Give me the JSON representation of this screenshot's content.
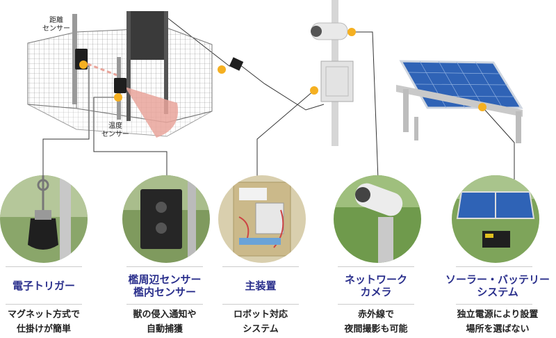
{
  "top_labels": {
    "distance_sensor": [
      "距離",
      "センサー"
    ],
    "temperature_sensor": [
      "温度",
      "センサー"
    ]
  },
  "components": [
    {
      "title": [
        "電子トリガー"
      ],
      "desc": [
        "マグネット方式で",
        "仕掛けが簡単"
      ],
      "icon": "magnet-trigger-icon"
    },
    {
      "title": [
        "檻周辺センサー",
        "檻内センサー"
      ],
      "desc": [
        "獣の侵入通知や",
        "自動捕獲"
      ],
      "icon": "sensor-box-icon"
    },
    {
      "title": [
        "主装置"
      ],
      "desc": [
        "ロボット対応",
        "システム"
      ],
      "icon": "control-board-icon"
    },
    {
      "title": [
        "ネットワーク",
        "カメラ"
      ],
      "desc": [
        "赤外線で",
        "夜間撮影も可能"
      ],
      "icon": "camera-icon"
    },
    {
      "title": [
        "ソーラー・バッテリー",
        "システム"
      ],
      "desc": [
        "独立電源により設置",
        "場所を選ばない"
      ],
      "icon": "solar-panel-icon"
    }
  ],
  "colors": {
    "accent": "#f5b021",
    "title": "#2a2f8c",
    "sensor_beam": "#e9a59b"
  }
}
